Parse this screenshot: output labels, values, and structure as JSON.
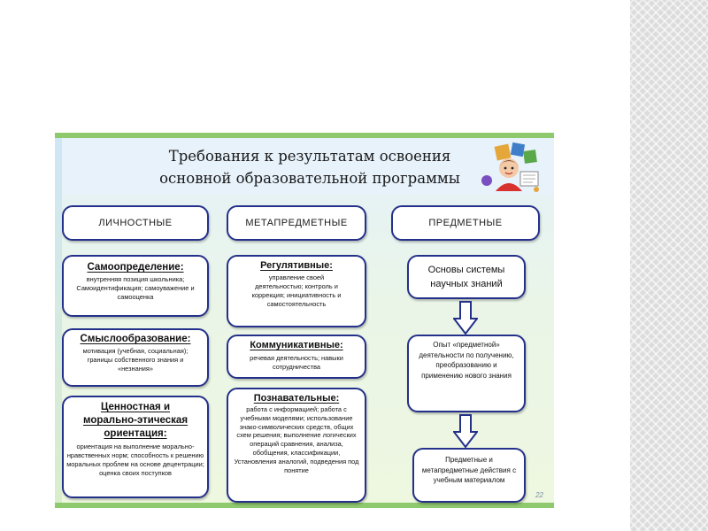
{
  "slide": {
    "title_line1": "Требования к результатам освоения",
    "title_line2": "основной образовательной  программы",
    "page_number": "22"
  },
  "columns": {
    "personal": "ЛИЧНОСТНЫЕ",
    "metasubject": "МЕТАПРЕДМЕТНЫЕ",
    "subject": "ПРЕДМЕТНЫЕ"
  },
  "personal": {
    "box1": {
      "heading": "Самоопределение:",
      "text": "внутренняя позиция школьника; Самоидентификация; самоуважение и самооценка"
    },
    "box2": {
      "heading": "Смыслообразование:",
      "text": "мотивация (учебная, социальная); границы собственного знания и «незнания»"
    },
    "box3": {
      "heading": "Ценностная и морально-этическая ориентация:",
      "text": "ориентация на выполнение морально-нравственных норм; способность к решению моральных проблем на основе децентрации; оценка своих поступков"
    }
  },
  "metasubject": {
    "box1": {
      "heading": "Регулятивные:",
      "text": "управление своей деятельностью; контроль и коррекция; инициативность и самостоятельность"
    },
    "box2": {
      "heading": "Коммуникативные:",
      "text": "речевая деятельность; навыки сотрудничества"
    },
    "box3": {
      "heading": "Познавательные:",
      "text": "работа с информацией; работа с учебными моделями; использование знако-символических средств, общих схем решения; выполнение логических операций сравнения, анализа, обобщения, классификации, Установления аналогий, подведения под понятие"
    }
  },
  "subject": {
    "box1": "Основы системы научных знаний",
    "box2": "Опыт «предметной» деятельности по получению, преобразованию и применению нового знания",
    "box3": "Предметные и метапредметные действия с учебным материалом"
  },
  "colors": {
    "border": "#24318a",
    "accent_green": "#8fc96e"
  },
  "icons": [
    "down-arrow-icon",
    "clipart-illustration"
  ]
}
